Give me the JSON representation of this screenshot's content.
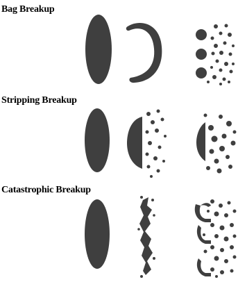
{
  "sections": [
    {
      "title": "Bag Breakup"
    },
    {
      "title": "Stripping Breakup"
    },
    {
      "title": "Catastrophic Breakup"
    }
  ],
  "colors": {
    "blob": "#3f3f3f",
    "background": "#ffffff",
    "text": "#000000"
  }
}
